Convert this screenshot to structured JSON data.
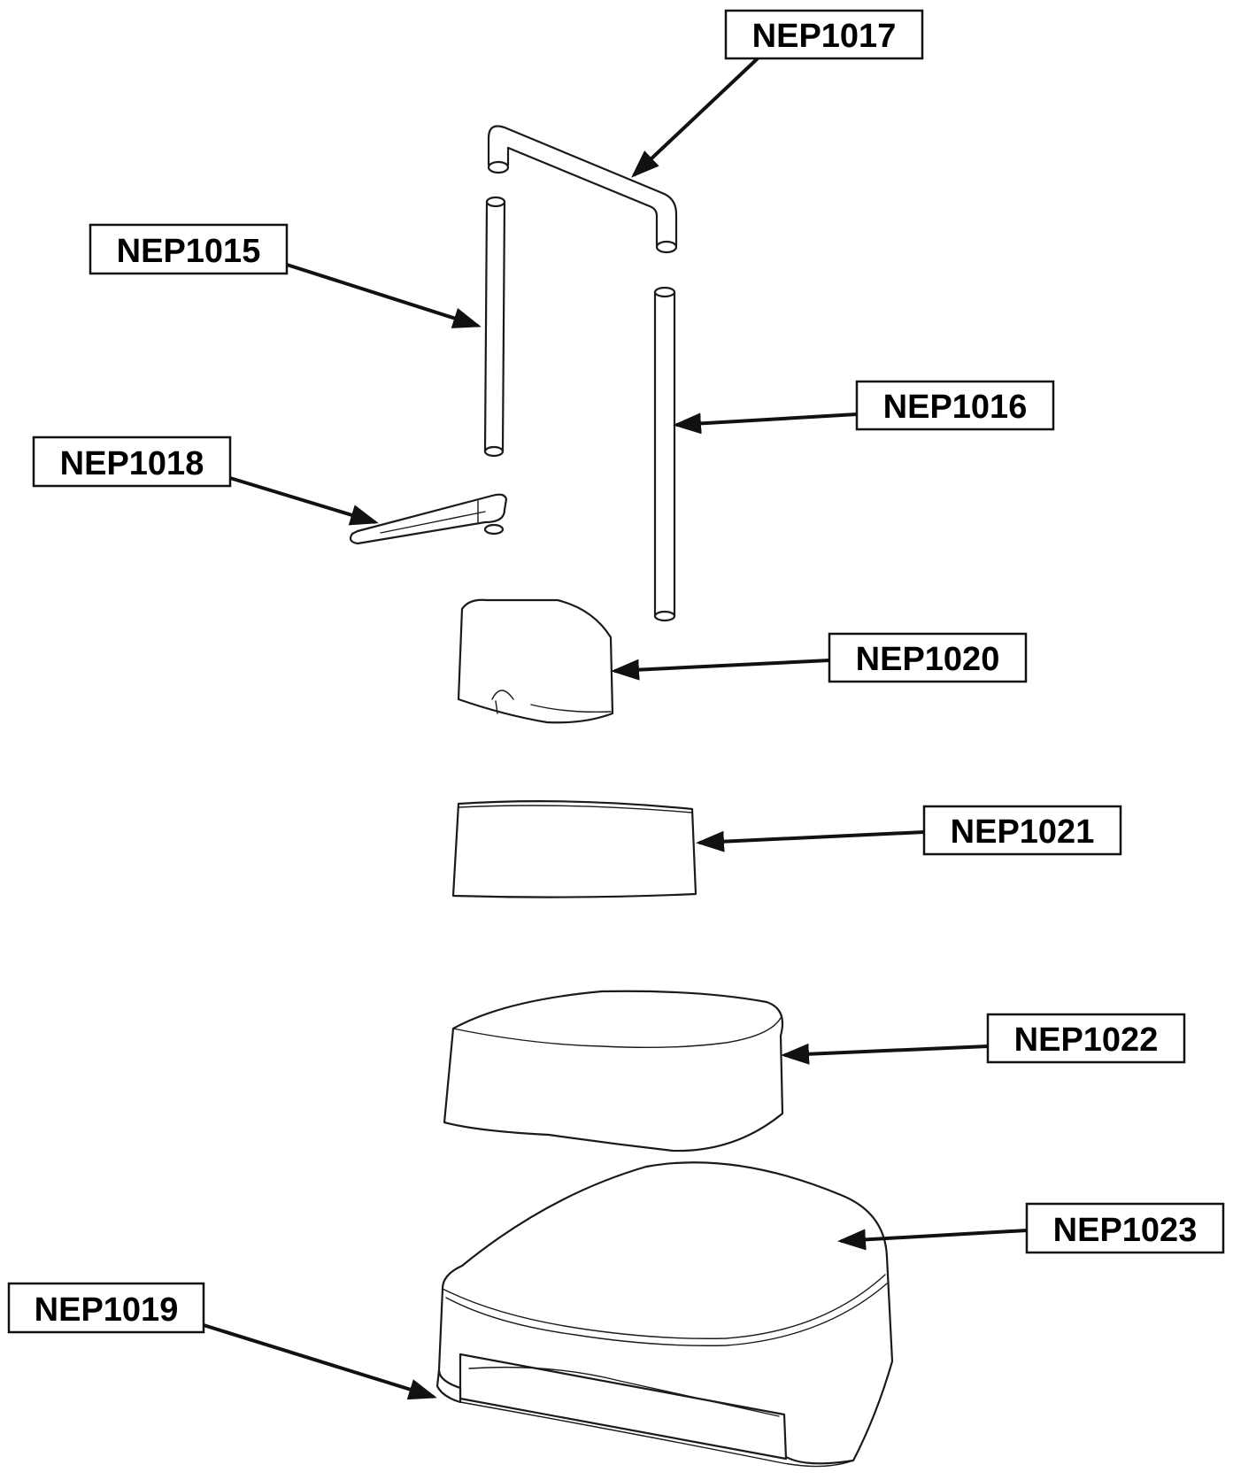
{
  "labels": {
    "nep1017": "NEP1017",
    "nep1015": "NEP1015",
    "nep1016": "NEP1016",
    "nep1018": "NEP1018",
    "nep1020": "NEP1020",
    "nep1021": "NEP1021",
    "nep1022": "NEP1022",
    "nep1023": "NEP1023",
    "nep1019": "NEP1019"
  },
  "colors": {
    "line": "#111111",
    "background": "#ffffff"
  }
}
